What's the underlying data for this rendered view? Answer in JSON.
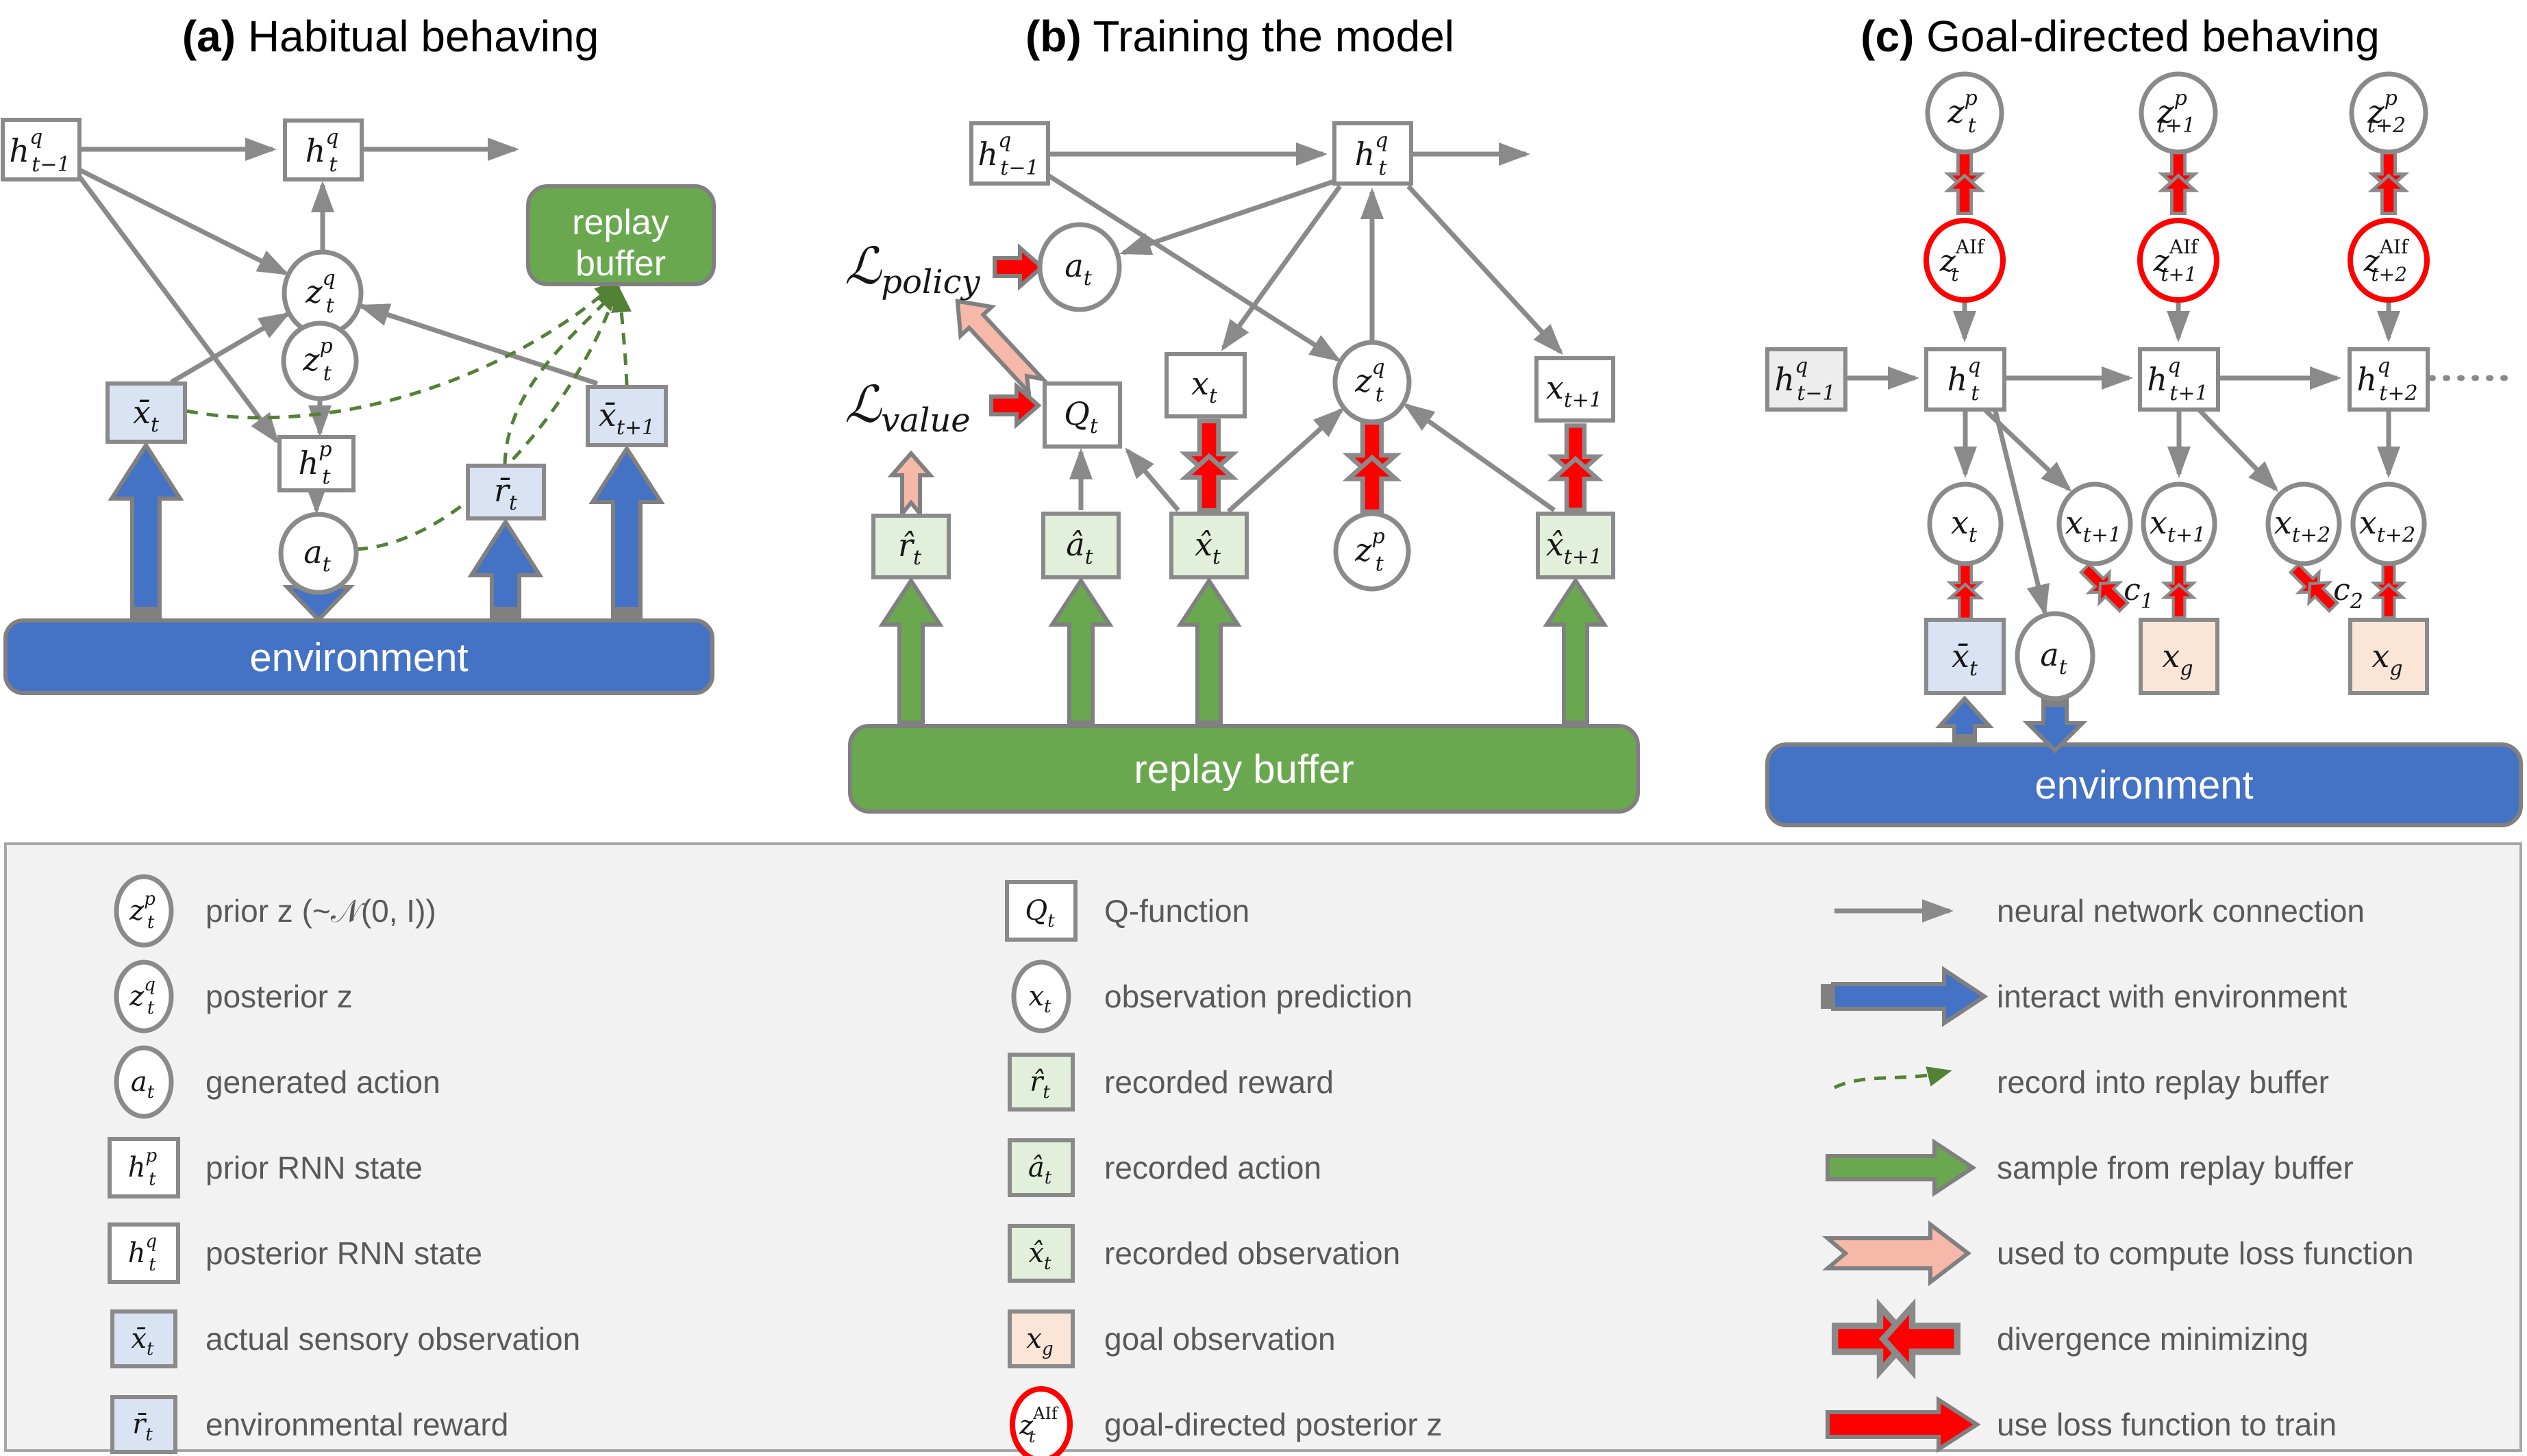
{
  "colors": {
    "env_blue": "#4472c4",
    "replay_green": "#6aa84f",
    "dash_green": "#538135",
    "obs_blue": "#dae3f3",
    "rec_green": "#e2efda",
    "goal_peach": "#fbe5d6",
    "red": "#ff0000",
    "pink": "#f6b9a9",
    "gray": "#8a8a8a"
  },
  "pa": {
    "tag": "(a)",
    "title": " Habitual behaving",
    "hq_prev": {
      "base": "h",
      "sup": "q",
      "sub": "t−1"
    },
    "hq_t": {
      "base": "h",
      "sup": "q",
      "sub": "t"
    },
    "zq": {
      "base": "z",
      "sup": "q",
      "sub": "t"
    },
    "zp": {
      "base": "z",
      "sup": "p",
      "sub": "t"
    },
    "xbar": {
      "base": "x̄",
      "sub": "t"
    },
    "hp": {
      "base": "h",
      "sup": "p",
      "sub": "t"
    },
    "at": {
      "base": "a",
      "sub": "t"
    },
    "rbar": {
      "base": "r̄",
      "sub": "t"
    },
    "xbar1": {
      "base": "x̄",
      "sub": "t+1"
    },
    "replay1": "replay",
    "replay2": "buffer",
    "env": "environment"
  },
  "pb": {
    "tag": "(b)",
    "title": " Training the model",
    "hq_prev": {
      "base": "h",
      "sup": "q",
      "sub": "t−1"
    },
    "hq_t": {
      "base": "h",
      "sup": "q",
      "sub": "t"
    },
    "at": {
      "base": "a",
      "sub": "t"
    },
    "lpolicy": {
      "base": "ℒ",
      "sub": "policy"
    },
    "lvalue": {
      "base": "ℒ",
      "sub": "value"
    },
    "qt": {
      "base": "Q",
      "sub": "t"
    },
    "xt": {
      "base": "x",
      "sub": "t"
    },
    "zq": {
      "base": "z",
      "sup": "q",
      "sub": "t"
    },
    "xt1": {
      "base": "x",
      "sub": "t+1"
    },
    "rhat": {
      "base": "r̂",
      "sub": "t"
    },
    "ahat": {
      "base": "â",
      "sub": "t"
    },
    "xhat": {
      "base": "x̂",
      "sub": "t"
    },
    "zp": {
      "base": "z",
      "sup": "p",
      "sub": "t"
    },
    "xhat1": {
      "base": "x̂",
      "sub": "t+1"
    },
    "replay": "replay buffer"
  },
  "pc": {
    "tag": "(c)",
    "title": " Goal-directed behaving",
    "zp_t": {
      "base": "z",
      "sup": "p",
      "sub": "t"
    },
    "zp_t1": {
      "base": "z",
      "sup": "p",
      "sub": "t+1"
    },
    "zp_t2": {
      "base": "z",
      "sup": "p",
      "sub": "t+2"
    },
    "zalf_t": {
      "base": "z",
      "sup": "AIf",
      "sub": "t"
    },
    "zalf_t1": {
      "base": "z",
      "sup": "AIf",
      "sub": "t+1"
    },
    "zalf_t2": {
      "base": "z",
      "sup": "AIf",
      "sub": "t+2"
    },
    "hq_prev": {
      "base": "h",
      "sup": "q",
      "sub": "t−1"
    },
    "hq_t": {
      "base": "h",
      "sup": "q",
      "sub": "t"
    },
    "hq_t1": {
      "base": "h",
      "sup": "q",
      "sub": "t+1"
    },
    "hq_t2": {
      "base": "h",
      "sup": "q",
      "sub": "t+2"
    },
    "x_t": {
      "base": "x",
      "sub": "t"
    },
    "x_t1a": {
      "base": "x",
      "sub": "t+1"
    },
    "x_t1b": {
      "base": "x",
      "sub": "t+1"
    },
    "x_t2a": {
      "base": "x",
      "sub": "t+2"
    },
    "x_t2b": {
      "base": "x",
      "sub": "t+2"
    },
    "xbar": {
      "base": "x̄",
      "sub": "t"
    },
    "at": {
      "base": "a",
      "sub": "t"
    },
    "xg1": {
      "base": "x",
      "sub": "g"
    },
    "xg2": {
      "base": "x",
      "sub": "g"
    },
    "c1": {
      "base": "c",
      "sub": "1"
    },
    "c2": {
      "base": "c",
      "sub": "2"
    },
    "env": "environment"
  },
  "legend": {
    "col1": [
      {
        "sym": {
          "base": "z",
          "sup": "p",
          "sub": "t"
        },
        "label": "prior z (~𝒩(0, I))"
      },
      {
        "sym": {
          "base": "z",
          "sup": "q",
          "sub": "t"
        },
        "label": "posterior z"
      },
      {
        "sym": {
          "base": "a",
          "sub": "t"
        },
        "label": "generated action"
      },
      {
        "sym": {
          "base": "h",
          "sup": "p",
          "sub": "t"
        },
        "label": "prior RNN state"
      },
      {
        "sym": {
          "base": "h",
          "sup": "q",
          "sub": "t"
        },
        "label": "posterior RNN state"
      },
      {
        "sym": {
          "base": "x̄",
          "sub": "t"
        },
        "label": "actual sensory observation"
      },
      {
        "sym": {
          "base": "r̄",
          "sub": "t"
        },
        "label": "environmental reward"
      }
    ],
    "col2": [
      {
        "sym": {
          "base": "Q",
          "sub": "t"
        },
        "label": "Q-function"
      },
      {
        "sym": {
          "base": "x",
          "sub": "t"
        },
        "label": "observation prediction"
      },
      {
        "sym": {
          "base": "r̂",
          "sub": "t"
        },
        "label": "recorded reward"
      },
      {
        "sym": {
          "base": "â",
          "sub": "t"
        },
        "label": "recorded action"
      },
      {
        "sym": {
          "base": "x̂",
          "sub": "t"
        },
        "label": "recorded observation"
      },
      {
        "sym": {
          "base": "x",
          "sub": "g"
        },
        "label": "goal observation"
      },
      {
        "sym": {
          "base": "z",
          "sup": "AIf",
          "sub": "t"
        },
        "label": "goal-directed posterior z"
      }
    ],
    "col3": [
      "neural network connection",
      "interact with environment",
      "record into replay buffer",
      "sample from replay buffer",
      "used to compute loss function",
      "divergence minimizing",
      "use loss function to train"
    ]
  }
}
